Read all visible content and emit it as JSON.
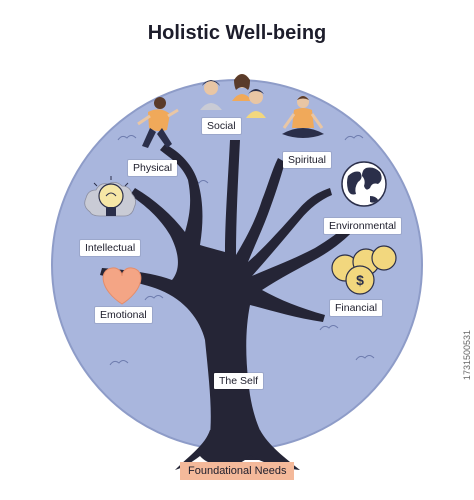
{
  "title": "Holistic Well-being",
  "labels": {
    "social": "Social",
    "physical": "Physical",
    "spiritual": "Spiritual",
    "intellectual": "Intellectual",
    "environmental": "Environmental",
    "emotional": "Emotional",
    "financial": "Financial",
    "self": "The Self",
    "foundation": "Foundational Needs"
  },
  "stock_id": "1731500531",
  "colors": {
    "circle": "#a9b6dd",
    "trunk": "#252536",
    "accent": "#f4b99a",
    "coin": "#f2d77e"
  },
  "icons": [
    "person-running-icon",
    "people-group-icon",
    "person-meditating-icon",
    "globe-icon",
    "lightbulb-icon",
    "heart-icon",
    "coins-icon"
  ]
}
